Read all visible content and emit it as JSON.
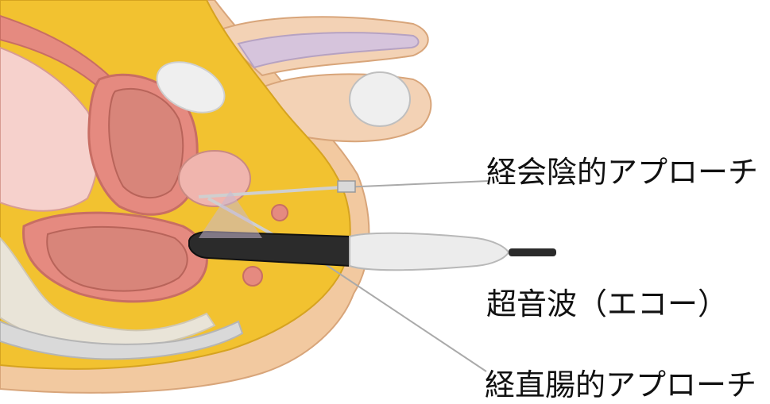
{
  "labels": {
    "transperineal": "経会陰的アプローチ",
    "ultrasound": "超音波（エコー）",
    "transrectal": "経直腸的アプローチ"
  },
  "icons": {
    "probe": "ultrasound-probe-icon",
    "needle": "biopsy-needle-icon"
  },
  "colors": {
    "skin": "#f2c9a0",
    "fat": "#f2c230",
    "muscle": "#e58a80",
    "organ_light": "#f6d1cc",
    "bladder_inner": "#d8857a",
    "urethra": "#c9b8cf",
    "probe_dark": "#2b2b2b",
    "probe_handle": "#ececec",
    "needle": "#cfcfcf",
    "bone": "#d9d9d9",
    "text": "#111111"
  }
}
